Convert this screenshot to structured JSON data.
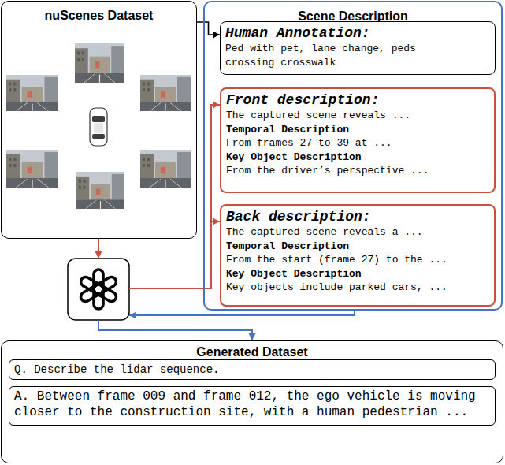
{
  "diagram": {
    "nodes": [
      {
        "text": [
          "nuScenes Dataset"
        ]
      },
      {
        "text": [
          "Scene Description"
        ]
      },
      {
        "text": [
          "Human Annotation:",
          "Ped with pet, lane change, peds crossing crosswalk"
        ],
        "in": 1
      },
      {
        "text": [
          "Front description:",
          "The captured scene reveals ...",
          "Temporal Description",
          "From frames 27 to 39 at ...",
          "Key Object Description",
          "From the driver’s perspective ..."
        ],
        "in": 1
      },
      {
        "text": [
          "Back description:",
          "The captured scene reveals a ...",
          "Temporal Description",
          "From the start (frame 27) to the ...",
          "Key Object Description",
          "Key objects include parked cars, ..."
        ],
        "in": 1
      },
      {
        "text": [
          "Generated Dataset"
        ]
      },
      {
        "text": [
          "Q. Describe the lidar sequence."
        ],
        "in": 5
      },
      {
        "text": [
          "A. Between frame 009 and frame 012, the ego vehicle is moving closer to the construction site, with a human pedestrian ..."
        ],
        "in": 5
      }
    ],
    "edges": [
      {
        "from": 0,
        "to": 2,
        "arrow": "to"
      }
    ]
  }
}
